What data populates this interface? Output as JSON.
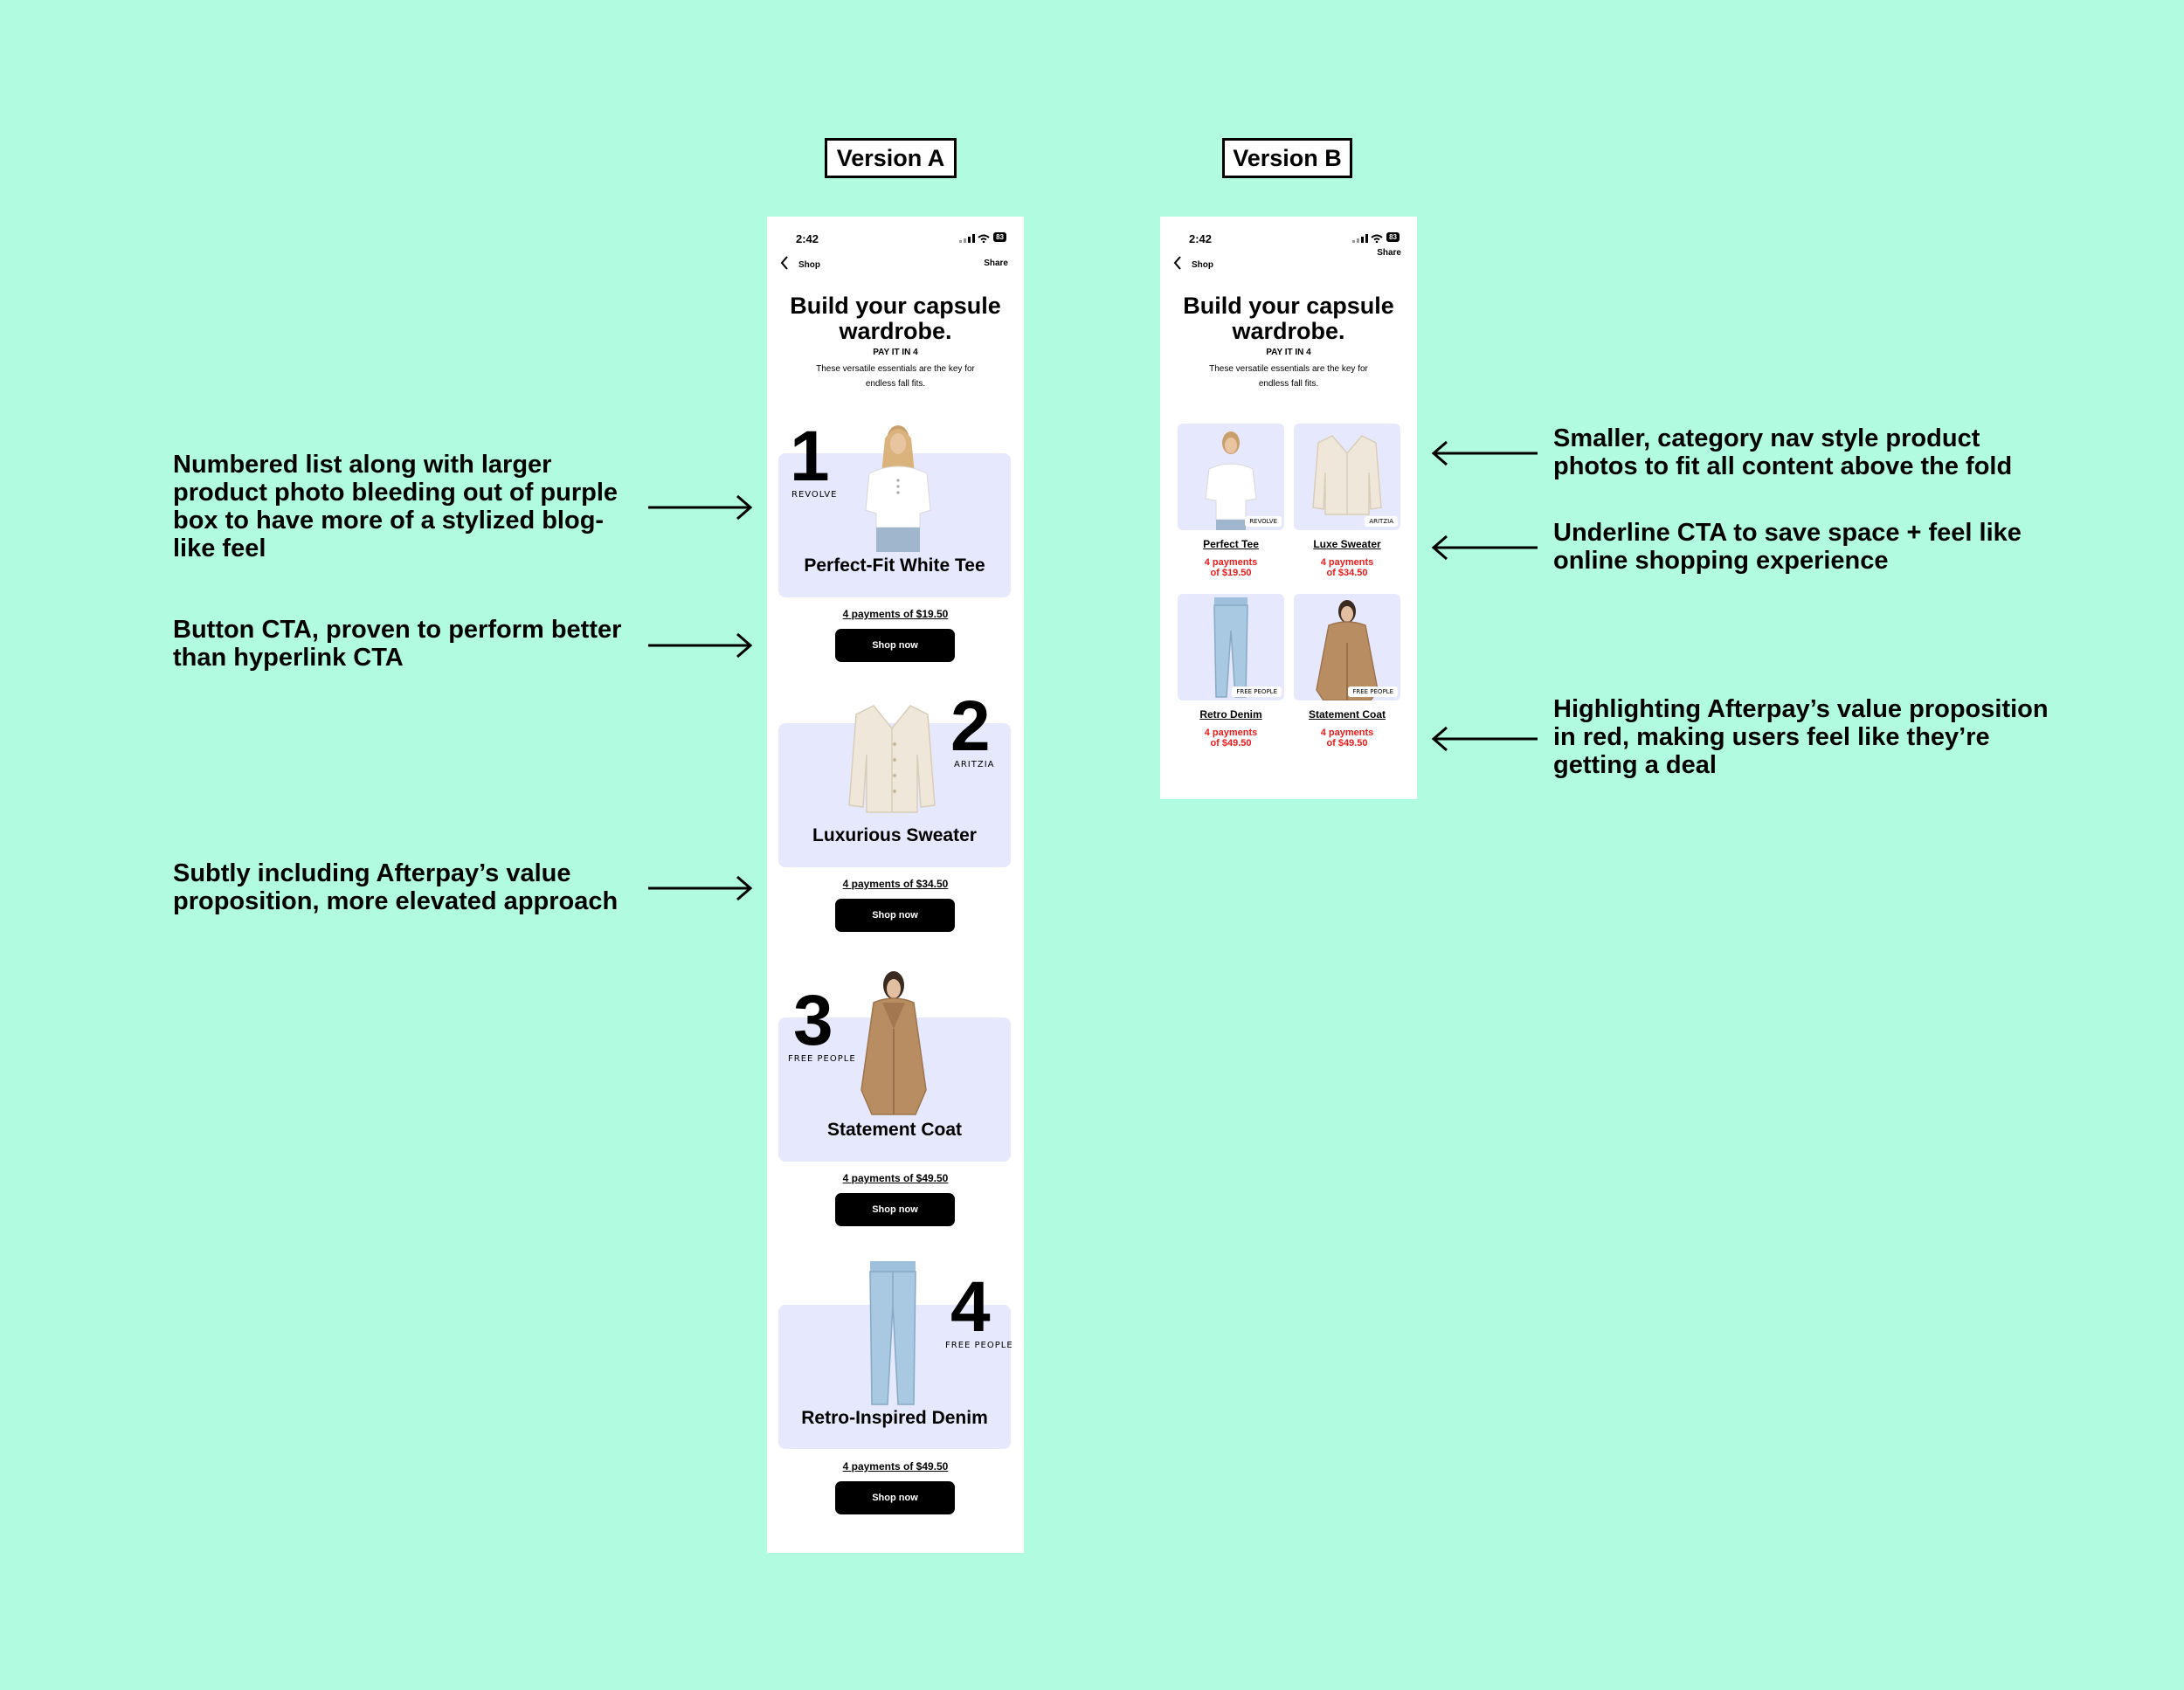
{
  "colors": {
    "background": "#b1fbe1",
    "card": "#e6e8fe",
    "accent_red": "#f01a1a",
    "button": "#000000"
  },
  "labels": {
    "version_a": "Version A",
    "version_b": "Version B"
  },
  "annotations_left": [
    "Numbered list along with larger product photo bleeding out of purple box to have more of a stylized blog-like feel",
    "Button CTA, proven to perform better than hyperlink CTA",
    "Subtly including Afterpay’s value proposition, more elevated approach"
  ],
  "annotations_right": [
    "Smaller, category nav style product photos to fit all content above the fold",
    "Underline CTA to save space + feel like online shopping experience",
    "Highlighting Afterpay’s value proposition in red, making users feel like they’re getting a deal"
  ],
  "phone": {
    "time": "2:42",
    "battery": "83",
    "back_label": "Shop",
    "share_label": "Share",
    "title": "Build your capsule wardrobe.",
    "eyebrow": "PAY IT IN 4",
    "subtitle": "These versatile essentials are the key for endless fall fits."
  },
  "version_a": {
    "button_label": "Shop now",
    "items": [
      {
        "number": "1",
        "brand": "REVOLVE",
        "title": "Perfect-Fit White Tee",
        "payments": "4 payments of $19.50",
        "icon": "white-tee-icon"
      },
      {
        "number": "2",
        "brand": "ARITZIA",
        "title": "Luxurious Sweater",
        "payments": "4 payments of $34.50",
        "icon": "cardigan-icon"
      },
      {
        "number": "3",
        "brand": "FREE PEOPLE",
        "title": "Statement Coat",
        "payments": "4 payments of $49.50",
        "icon": "coat-icon"
      },
      {
        "number": "4",
        "brand": "FREE PEOPLE",
        "title": "Retro-Inspired Denim",
        "payments": "4 payments of $49.50",
        "icon": "jeans-icon"
      }
    ]
  },
  "version_b": {
    "items": [
      {
        "name": "Perfect Tee",
        "brand": "REVOLVE",
        "pay_line1": "4 payments",
        "pay_line2": "of $19.50"
      },
      {
        "name": "Luxe Sweater",
        "brand": "ARITZIA",
        "pay_line1": "4 payments",
        "pay_line2": "of $34.50"
      },
      {
        "name": "Retro Denim",
        "brand": "FREE PEOPLE",
        "pay_line1": "4 payments",
        "pay_line2": "of $49.50"
      },
      {
        "name": "Statement Coat",
        "brand": "FREE PEOPLE",
        "pay_line1": "4 payments",
        "pay_line2": "of $49.50"
      }
    ]
  }
}
